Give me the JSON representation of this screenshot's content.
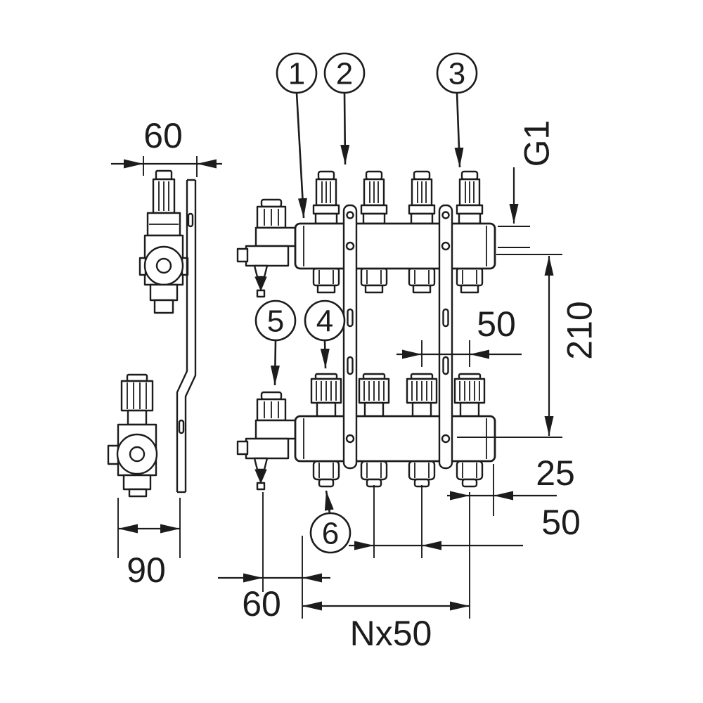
{
  "drawing": {
    "type": "technical-dimension-drawing",
    "colors": {
      "line": "#1c1c1c",
      "background": "#ffffff"
    },
    "callouts": [
      "1",
      "2",
      "3",
      "4",
      "5",
      "6"
    ],
    "dimensions": {
      "side_view_width": "60",
      "side_view_depth": "90",
      "connection_thread": "G1",
      "manifold_axis_distance": "210",
      "outlet_spacing_top": "50",
      "end_offset": "25",
      "outlet_spacing_bottom": "50",
      "drain_offset": "60",
      "total_length": "Nx50"
    }
  }
}
